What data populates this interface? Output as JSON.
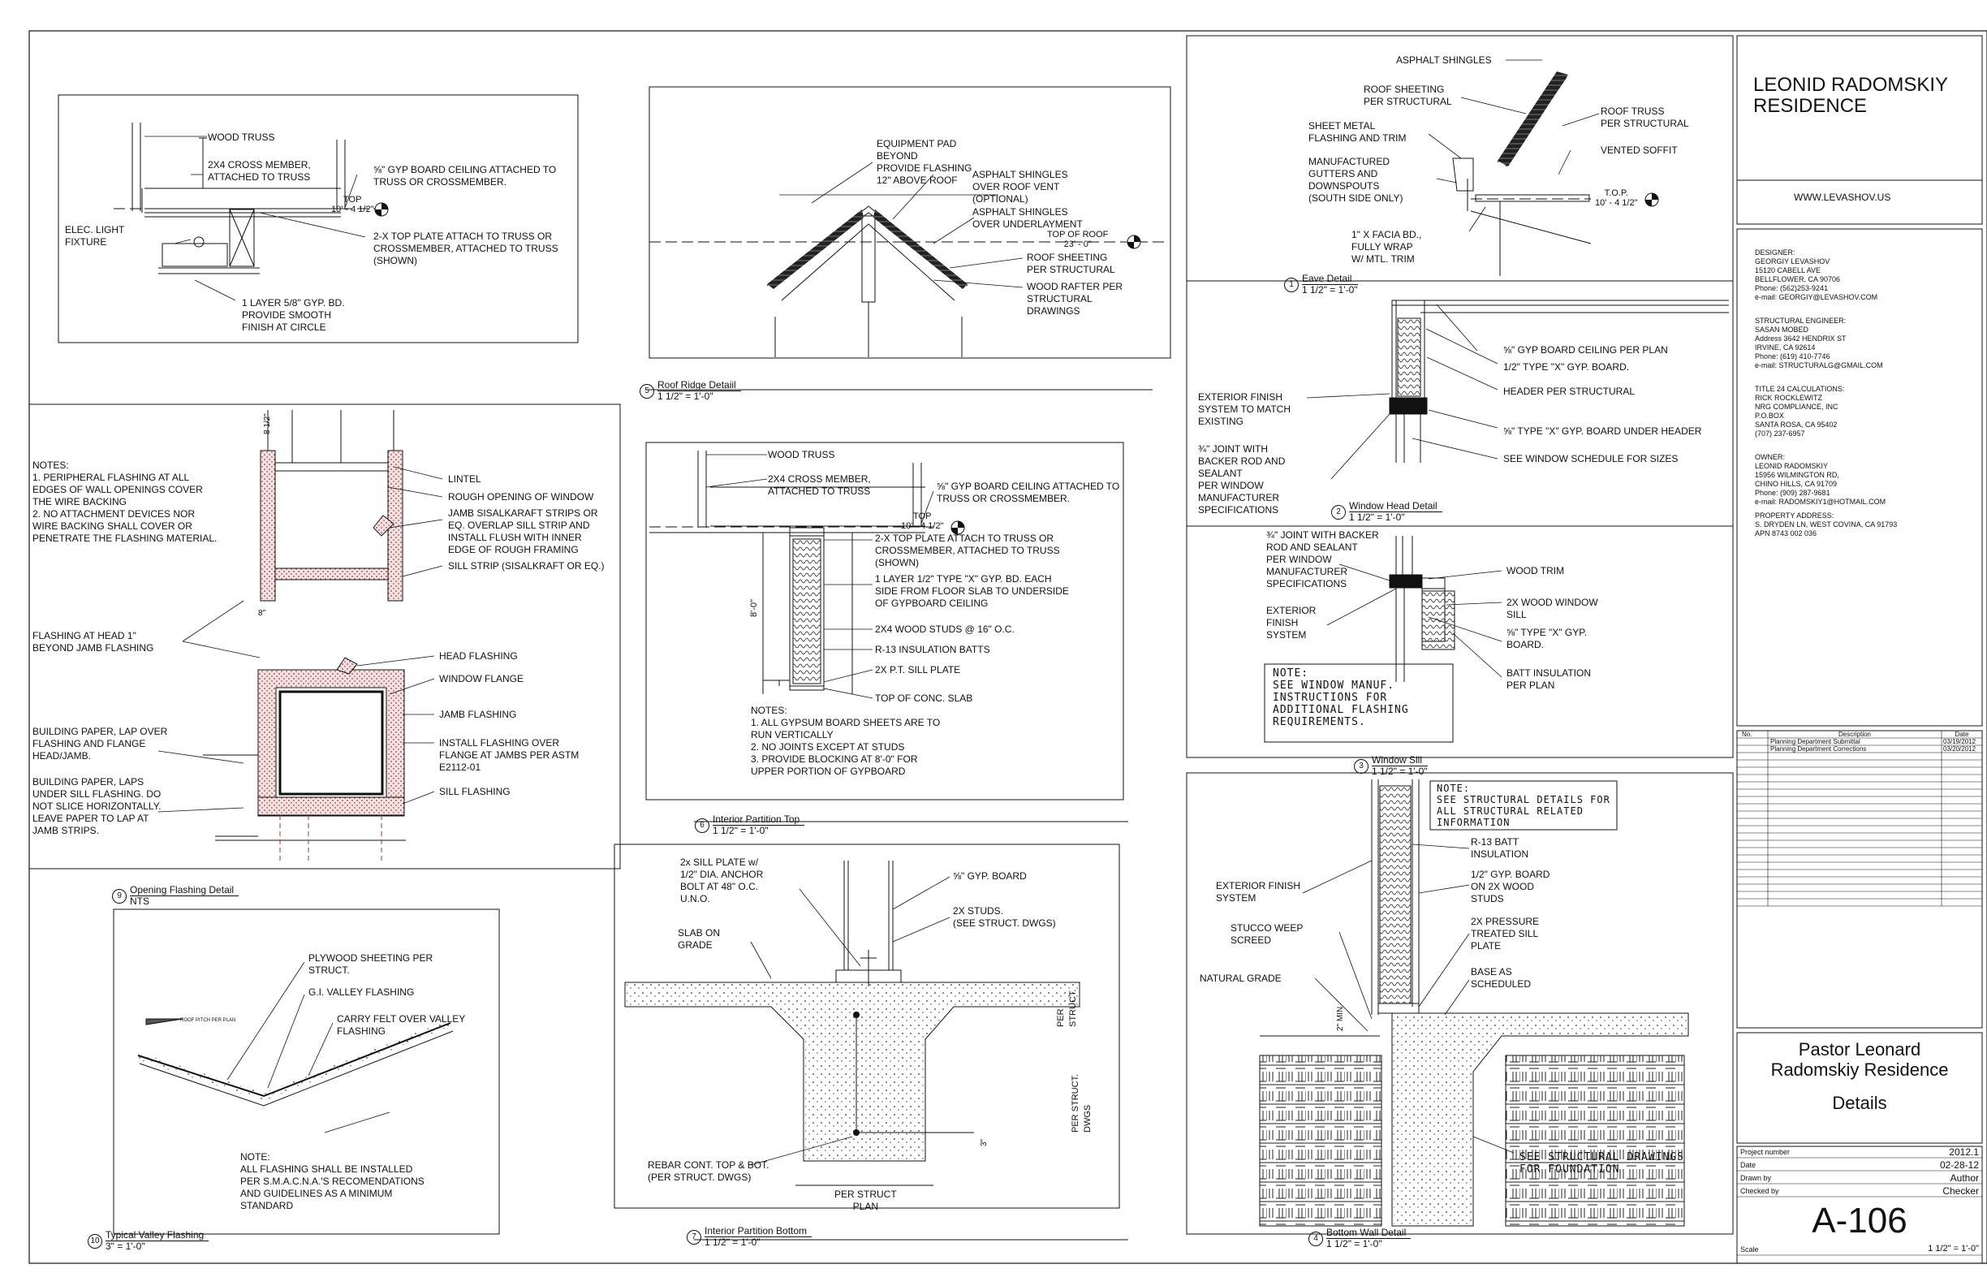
{
  "title_block": {
    "project_name": "LEONID RADOMSKIY\nRESIDENCE",
    "website": "WWW.LEVASHOV.US",
    "designer": "DESIGNER:\nGEORGIY LEVASHOV\n15120 CABELL AVE\nBELLFLOWER, CA 90706\nPhone: (562)253-9241\ne-mail: GEORGIY@LEVASHOV.COM",
    "structural": "STRUCTURAL ENGINEER:\nSASAN MOBED\nAddress 3642 HENDRIX ST\nIRVINE, CA 92614\nPhone: (619) 410-7746\ne-mail: STRUCTURALG@GMAIL.COM",
    "title24": "TITLE 24 CALCULATIONS:\nRICK ROCKLEWITZ\nNRG COMPLIANCE, INC\nP.O.BOX\nSANTA ROSA, CA 95402\n(707) 237-6957",
    "owner": "OWNER:\nLEONID RADOMSKIY\n15956 WILMINGTON RD,\nCHINO HILLS, CA 91709\nPhone: (909) 287-9681\ne-mail: RADOMSKIY1@HOTMAIL.COM",
    "property": "PROPERTY ADDRESS:\nS. DRYDEN LN, WEST COVINA, CA 91793\nAPN 8743 002 036",
    "rev_headers": [
      "No.",
      "Description",
      "Date"
    ],
    "revisions": [
      {
        "no": "",
        "desc": "Planning Department Submittal",
        "date": "03/19/2012"
      },
      {
        "no": "",
        "desc": "Planning Department Corrections",
        "date": "03/20/2012"
      }
    ],
    "sheet_title": "Pastor Leonard\nRadomskiy Residence",
    "sheet_subtitle": "Details",
    "project_number_label": "Project number",
    "project_number": "2012.1",
    "date_label": "Date",
    "date": "02-28-12",
    "drawn_by_label": "Drawn by",
    "drawn_by": "Author",
    "checked_by_label": "Checked by",
    "checked_by": "Checker",
    "sheet_number": "A-106",
    "scale_label": "Scale",
    "scale": "1 1/2\" = 1'-0\""
  },
  "details": [
    {
      "num": "1",
      "name": "Eave Detail",
      "scale": "1 1/2\" = 1'-0\""
    },
    {
      "num": "2",
      "name": "Window Head Detail",
      "scale": "1 1/2\" = 1'-0\""
    },
    {
      "num": "3",
      "name": "Window Sill",
      "scale": "1 1/2\" = 1'-0\""
    },
    {
      "num": "4",
      "name": "Bottom Wall Detail",
      "scale": "1 1/2\" = 1'-0\""
    },
    {
      "num": "5",
      "name": "Roof Ridge Detaiil",
      "scale": "1 1/2\" = 1'-0\""
    },
    {
      "num": "6",
      "name": "Interior Partition Top",
      "scale": "1 1/2\" = 1'-0\""
    },
    {
      "num": "7",
      "name": "Interior Partition Bottom",
      "scale": "1 1/2\" = 1'-0\""
    },
    {
      "num": "9",
      "name": "Opening Flashing Detail",
      "scale": "NTS"
    },
    {
      "num": "10",
      "name": "Typical Valley Flashing",
      "scale": "3\" = 1'-0\""
    }
  ],
  "labels": {
    "ceiling": {
      "wood_truss": "WOOD TRUSS",
      "cross_member": "2X4 CROSS MEMBER,\nATTACHED TO TRUSS",
      "gyp_ceiling": "⅝\" GYP BOARD CEILING ATTACHED TO\nTRUSS OR CROSSMEMBER.",
      "top": "TOP\n10' - 4 1/2\"",
      "light": "ELEC. LIGHT\nFIXTURE",
      "top_plate": "2-X TOP PLATE ATTACH TO TRUSS OR\nCROSSMEMBER, ATTACHED TO TRUSS\n(SHOWN)",
      "gyp_layer": "1 LAYER 5/8\" GYP. BD.\nPROVIDE SMOOTH\nFINISH AT CIRCLE"
    },
    "ridge": {
      "equipment": "EQUIPMENT PAD\nBEYOND\nPROVIDE FLASHING\n12\" ABOVE ROOF",
      "shingles_vent": "ASPHALT SHINGLES\nOVER ROOF VENT\n(OPTIONAL)",
      "shingles_under": "ASPHALT SHINGLES\nOVER UNDERLAYMENT",
      "top_roof": "TOP OF ROOF\n23' - 0\"",
      "sheeting": "ROOF SHEETING\nPER STRUCTURAL",
      "rafter": "WOOD RAFTER PER\nSTRUCTURAL\nDRAWINGS"
    },
    "eave": {
      "shingles": "ASPHALT SHINGLES",
      "sheeting": "ROOF SHEETING\nPER STRUCTURAL",
      "sheet_metal": "SHEET METAL\nFLASHING AND TRIM",
      "gutters": "MANUFACTURED\nGUTTERS AND\nDOWNSPOUTS\n(SOUTH SIDE ONLY)",
      "truss": "ROOF TRUSS\nPER STRUCTURAL",
      "soffit": "VENTED SOFFIT",
      "top": "T.O.P.\n10' - 4 1/2\"",
      "facia": "1\" X FACIA BD.,\nFULLY WRAP\nW/ MTL. TRIM"
    },
    "head": {
      "gyp_ceiling": "⅝\" GYP BOARD CEILING PER PLAN",
      "type_x": "1/2\" TYPE \"X\" GYP. BOARD.",
      "header": "HEADER PER STRUCTURAL",
      "ext_finish": "EXTERIOR FINISH\nSYSTEM TO MATCH\nEXISTING",
      "under_header": "⅝\" TYPE \"X\" GYP. BOARD UNDER HEADER",
      "joint": "¾\" JOINT WITH\nBACKER ROD AND\nSEALANT\nPER WINDOW\nMANUFACTURER\nSPECIFICATIONS",
      "schedule": "SEE WINDOW SCHEDULE FOR SIZES"
    },
    "sill": {
      "joint": "¾\" JOINT WITH BACKER\nROD AND SEALANT\nPER WINDOW\nMANUFACTURER\nSPECIFICATIONS",
      "trim": "WOOD TRIM",
      "window_sill": "2X WOOD WINDOW\nSILL",
      "ext_finish": "EXTERIOR\nFINISH\nSYSTEM",
      "gyp": "⅝\" TYPE \"X\" GYP.\nBOARD.",
      "batt": "BATT INSULATION\nPER PLAN",
      "note": "NOTE:\nSEE WINDOW MANUF.\nINSTRUCTIONS FOR\nADDITIONAL FLASHING\nREQUIREMENTS."
    },
    "bottom": {
      "note": "NOTE:\nSEE STRUCTURAL DETAILS FOR\nALL STRUCTURAL RELATED\nINFORMATION",
      "r13": "R-13 BATT\nINSULATION",
      "ext_finish": "EXTERIOR FINISH\nSYSTEM",
      "gyp": "1/2\" GYP. BOARD\nON 2X WOOD\nSTUDS",
      "weep": "STUCCO WEEP\nSCREED",
      "pt_plate": "2X PRESSURE\nTREATED SILL\nPLATE",
      "grade": "NATURAL GRADE",
      "base": "BASE AS\nSCHEDULED",
      "min": "2\" MIN",
      "foundation": "SEE STRUCTURAL DRAWINGS\nFOR FOUNDATION"
    },
    "opening": {
      "notes": "NOTES:\n1. PERIPHERAL FLASHING AT ALL\nEDGES OF WALL OPENINGS COVER\nTHE WIRE BACKING\n2. NO ATTACHMENT DEVICES NOR\nWIRE BACKING SHALL COVER OR\nPENETRATE THE FLASHING MATERIAL.",
      "lintel": "LINTEL",
      "rough": "ROUGH OPENING OF WINDOW",
      "jamb_strips": "JAMB SISALKARAFT STRIPS OR\nEQ. OVERLAP SILL STRIP AND\nINSTALL FLUSH WITH INNER\nEDGE OF ROUGH FRAMING",
      "sill_strip": "SILL STRIP (SISALKRAFT OR EQ.)",
      "flash_head": "FLASHING AT HEAD 1\"\nBEYOND JAMB FLASHING",
      "head_flashing": "HEAD FLASHING",
      "window_flange": "WINDOW FLANGE",
      "jamb_flashing": "JAMB FLASHING",
      "paper_over": "BUILDING PAPER, LAP OVER\nFLASHING AND FLANGE\nHEAD/JAMB.",
      "install": "INSTALL FLASHING OVER\nFLANGE AT JAMBS PER ASTM\nE2112-01",
      "paper_under": "BUILDING PAPER, LAPS\nUNDER SILL FLASHING. DO\nNOT SLICE HORIZONTALLY.\nLEAVE PAPER TO LAP AT\nJAMB STRIPS.",
      "sill_flashing": "SILL FLASHING",
      "dim_top": "8 1/2\"",
      "dim_8": "8\""
    },
    "partition_top": {
      "wood_truss": "WOOD TRUSS",
      "cross_member": "2X4 CROSS MEMBER,\nATTACHED TO TRUSS",
      "gyp_ceiling": "⅝\" GYP BOARD CEILING ATTACHED TO\nTRUSS OR CROSSMEMBER.",
      "top": "TOP\n10' - 4 1/2\"",
      "top_plate": "2-X TOP PLATE ATTACH TO TRUSS OR\nCROSSMEMBER, ATTACHED TO TRUSS\n(SHOWN)",
      "gyp_layer": "1 LAYER 1/2\" TYPE \"X\" GYP. BD. EACH\nSIDE FROM FLOOR SLAB TO UNDERSIDE\nOF GYPBOARD CEILING",
      "studs": "2X4 WOOD STUDS @ 16\" O.C.",
      "r13": "R-13 INSULATION BATTS",
      "pt_plate": "2X P.T. SILL PLATE",
      "slab": "TOP OF CONC. SLAB",
      "height": "8'-0\"",
      "notes": "NOTES:\n1. ALL GYPSUM BOARD SHEETS ARE TO\nRUN VERTICALLY\n2. NO JOINTS EXCEPT AT STUDS\n3. PROVIDE BLOCKING AT 8'-0\" FOR\nUPPER PORTION OF GYPBOARD"
    },
    "partition_bottom": {
      "sill_plate": "2x SILL PLATE w/\n1/2\" DIA. ANCHOR\nBOLT AT 48\" O.C.\nU.N.O.",
      "gyp": "⅝\" GYP. BOARD",
      "studs": "2x STUDS.\n(SEE STRUCT. DWGS)",
      "slab": "SLAB ON\nGRADE",
      "rebar": "REBAR CONT. TOP & BOT.\n(PER STRUCT. DWGS)",
      "per_struct_w": "PER STRUCT\nPLAN",
      "per_struct_r": "PER\nSTRUCT.",
      "per_struct_d": "PER STRUCT.\nDWGS",
      "dim3": "3\""
    },
    "valley": {
      "plywood": "PLYWOOD SHEETING PER\nSTRUCT.",
      "gi": "G.I. VALLEY FLASHING",
      "felt": "CARRY FELT OVER VALLEY\nFLASHING",
      "pitch": "ROOF PITCH PER PLAN",
      "note": "NOTE:\nALL FLASHING SHALL BE INSTALLED\nPER S.M.A.C.N.A.'S RECOMENDATIONS\nAND GUIDELINES AS A MINIMUM\nSTANDARD"
    }
  }
}
